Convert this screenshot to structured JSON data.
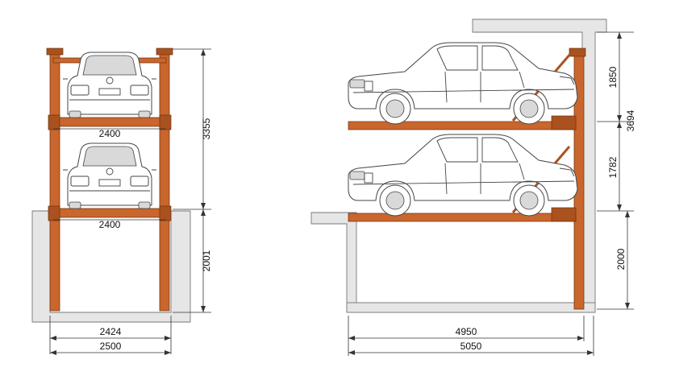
{
  "front_view": {
    "platform_width_upper": "2400",
    "platform_width_lower": "2400",
    "total_height": "3355",
    "pit_depth": "2001",
    "inner_width": "2424",
    "outer_width": "2500"
  },
  "side_view": {
    "upper_clearance": "1850",
    "total_height": "3694",
    "lower_clearance": "1782",
    "pit_depth": "2000",
    "inner_length": "4950",
    "outer_length": "5050"
  },
  "colors": {
    "steel": "#c8662d",
    "wall": "#e6e6e6"
  }
}
